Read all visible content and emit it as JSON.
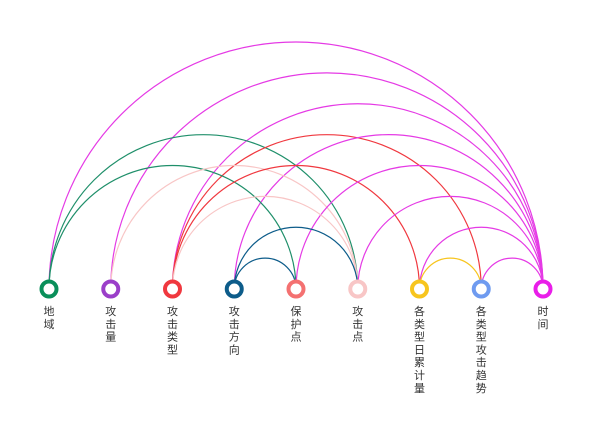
{
  "nodes": [
    {
      "id": "n1",
      "label": "地域",
      "color": "#0a8f5a"
    },
    {
      "id": "n2",
      "label": "攻击量",
      "color": "#9b3fc9"
    },
    {
      "id": "n3",
      "label": "攻击类型",
      "color": "#f0383f"
    },
    {
      "id": "n4",
      "label": "攻击方向",
      "color": "#0d5c8a"
    },
    {
      "id": "n5",
      "label": "保护点",
      "color": "#f47171"
    },
    {
      "id": "n6",
      "label": "攻击点",
      "color": "#f8c6c6"
    },
    {
      "id": "n7",
      "label": "各类型日累计量",
      "color": "#f7c51e"
    },
    {
      "id": "n8",
      "label": "各类型攻击趋势",
      "color": "#6f9bf0"
    },
    {
      "id": "n9",
      "label": "时间",
      "color": "#e91ee9"
    }
  ],
  "links": [
    {
      "source": "n1",
      "target": "n5",
      "color": "#1f8f6a"
    },
    {
      "source": "n1",
      "target": "n6",
      "color": "#1f8f6a"
    },
    {
      "source": "n1",
      "target": "n9",
      "color": "#e53ae5"
    },
    {
      "source": "n2",
      "target": "n6",
      "color": "#f8c6c6"
    },
    {
      "source": "n2",
      "target": "n9",
      "color": "#e53ae5"
    },
    {
      "source": "n3",
      "target": "n6",
      "color": "#f8c6c6"
    },
    {
      "source": "n3",
      "target": "n7",
      "color": "#f0383f"
    },
    {
      "source": "n3",
      "target": "n8",
      "color": "#f0383f"
    },
    {
      "source": "n3",
      "target": "n9",
      "color": "#e53ae5"
    },
    {
      "source": "n4",
      "target": "n5",
      "color": "#0d5c8a"
    },
    {
      "source": "n4",
      "target": "n6",
      "color": "#0d5c8a"
    },
    {
      "source": "n4",
      "target": "n9",
      "color": "#e53ae5"
    },
    {
      "source": "n5",
      "target": "n9",
      "color": "#e53ae5"
    },
    {
      "source": "n6",
      "target": "n9",
      "color": "#e53ae5"
    },
    {
      "source": "n7",
      "target": "n8",
      "color": "#f7c51e"
    },
    {
      "source": "n7",
      "target": "n9",
      "color": "#e53ae5"
    },
    {
      "source": "n8",
      "target": "n9",
      "color": "#e53ae5"
    }
  ]
}
